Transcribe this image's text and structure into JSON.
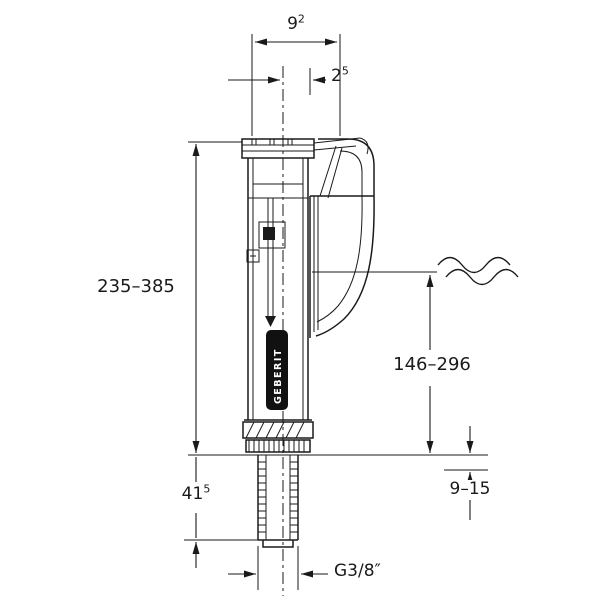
{
  "drawing": {
    "brand": "GEBERIT",
    "dims": {
      "top_width": {
        "base": "9",
        "sup": "2"
      },
      "center_offset": {
        "base": "2",
        "sup": "5"
      },
      "installation_height": "235–385",
      "water_level_depth": "146–296",
      "shank_length": {
        "base": "41",
        "sup": "5"
      },
      "wall_thickness": "9–15",
      "thread_size": "G3/8″"
    }
  }
}
